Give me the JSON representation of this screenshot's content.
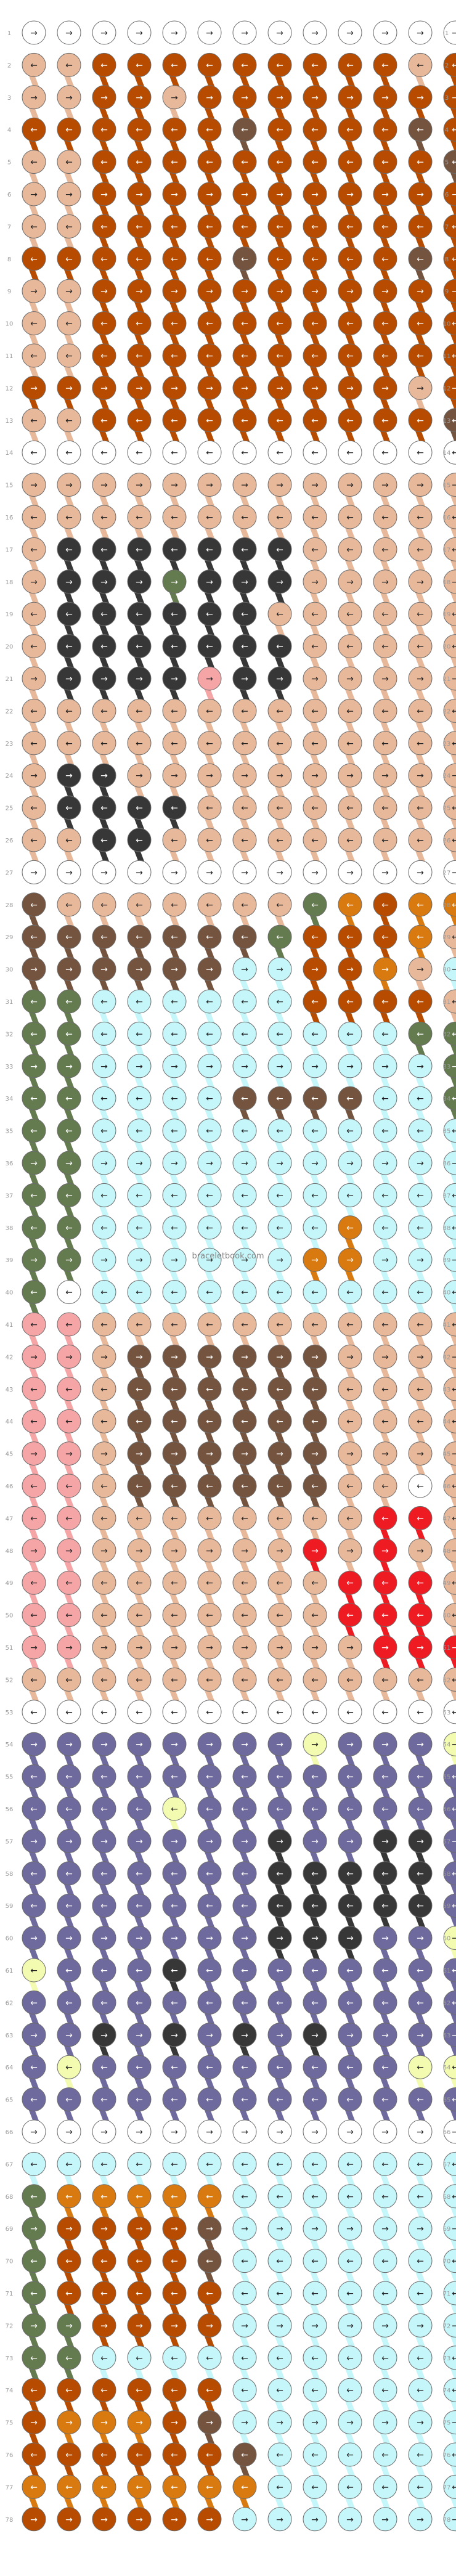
{
  "watermark": "braceletbook.com",
  "colors": {
    "W": "#ffffff",
    "P": "#e8b89a",
    "O": "#b74b00",
    "B": "#75543f",
    "K": "#373737",
    "G": "#647a4f",
    "L": "#c5f6f9",
    "R": "#f6a5a7",
    "Y": "#f3fbb1",
    "D": "#d97a10",
    "V": "#6f6a9d",
    "E": "#ef1b23"
  },
  "icons": {
    "right": "→",
    "left": "←",
    "right-then-left": "↘",
    "left-then-right": "↙"
  },
  "row_numbers": [
    "1",
    "2",
    "3",
    "4",
    "5",
    "6",
    "7",
    "8",
    "9",
    "10",
    "11",
    "12",
    "13",
    "14",
    "15",
    "16",
    "17",
    "18",
    "19",
    "20",
    "21",
    "22",
    "23",
    "24",
    "25",
    "26",
    "27",
    "28",
    "29",
    "30",
    "31",
    "32",
    "33",
    "34",
    "35",
    "36",
    "37",
    "38",
    "39",
    "40",
    "41",
    "42",
    "43",
    "44",
    "45",
    "46",
    "47",
    "48",
    "49",
    "50",
    "51",
    "52",
    "53",
    "54",
    "55",
    "56",
    "57",
    "58",
    "59",
    "60",
    "61",
    "62",
    "63",
    "64",
    "65",
    "66",
    "67",
    "68",
    "69",
    "70",
    "71",
    "72",
    "73",
    "74",
    "75",
    "76",
    "77",
    "78"
  ],
  "rows": [
    "WWWWWWWWWWWWW",
    "PPOOOOOOOOOPO",
    "PPOOPOOOOOOOO",
    "OOOOOOBOOOOBO",
    "PPOOOOOOOOOOB",
    "PPOOOOOOOOOOO",
    "PPOOOOOOOOOOO",
    "OOOOOOBOOOOBO",
    "PPOOOOOOOOOOO",
    "PPOOOOOOOOOOO",
    "PPOOOOOOOOOOO",
    "OOOOOOOOOOOPO",
    "PPOOOOOOOOOOB",
    "WWWWWWWWWWWWW",
    "PPPPPPPPPPPPP",
    "PPPPPPPPPPPPP",
    "PKKKKKKKPPPPP",
    "PKKKGKKKPPPPP",
    "PKKKKKKPPPPPP",
    "PKKKKKKKPPPPP",
    "PKKKKRKKPPPPP",
    "PPPPPPPPPPPPP",
    "PPPPPPPPPPPPP",
    "PKKPPPPPPPPPP",
    "PKKKKPPPPPPPP",
    "PPKKPPPPPPPPP",
    "WWWWWWWWWWWWW",
    "BPPPPPPPGDODD",
    "BBBBBBBGOOODP",
    "BBBBBBLLOODPL",
    "GGLLLLLLOOOOP",
    "GGLLLLLLLLLGG",
    "GGLLLLLLLLLLG",
    "GGLLLLBBBBLLG",
    "GGLLLLLLLLLLL",
    "GGLLLLLLLLLLL",
    "GGLLLLLLLLLLL",
    "GGLLLLLLLDLLL",
    "GGLLLLLLDDLLL",
    "GWLLLLLLLLLLL",
    "RRPPPPPPPPPPP",
    "RRPBBBBBBPPPP",
    "RRPBBBBBBPPPP",
    "RRPBBBBBBPPPP",
    "RRPBBBBBBPPPP",
    "RRPBBBBBBPPWP",
    "RRPPPPPPPPEEP",
    "RRPPPPPPEPEPP",
    "RRPPPPPPPEEEP",
    "RRPPPPPPPEEEP",
    "RRPPPPPPPPEEE",
    "PPPPPPPPPPPPP",
    "WWWWWWWWWWWWW",
    "VVVVVVVVYVVVY",
    "VVVVVVVVVVVVV",
    "VVVVYVVVVVVVV",
    "VVVVVVVKVVKKV",
    "VVVVVVVKKKKKV",
    "VVVVVVVKKKKKV",
    "VVVVVVVKKKVVY",
    "YVVVKVVVVVVVV",
    "VVVVVVVVVVVVV",
    "VVKVKVKVKVVVV",
    "VYVVVVVVVVVYY",
    "VVVVVVVVVVVVV",
    "WWWWWWWWWWWWW",
    "LLLLLLLLLLLLL",
    "GDDDDDLLLLLLL",
    "GOOOOBLLLLLLL",
    "GOOOOBLLLLLLL",
    "GOOOOOLLLLLLL",
    "GGOOOOLLLLLLL",
    "GGLLLLLLLLLLL",
    "OOOOOOLLLLLLL",
    "ODDDOBLLLLLLL",
    "OOOOOOBLLLLLL",
    "DDDDDDDLLLLLL",
    "OOOOOOLLLLLLL"
  ],
  "row_directions": [
    "r",
    "l",
    "r",
    "l",
    "l",
    "r",
    "l",
    "l",
    "r",
    "l",
    "l",
    "r",
    "l",
    "l",
    "r",
    "l",
    "l",
    "r",
    "l",
    "l",
    "r",
    "l",
    "l",
    "r",
    "l",
    "l",
    "r",
    "l",
    "l",
    "r",
    "l",
    "l",
    "r",
    "l",
    "l",
    "r",
    "l",
    "l",
    "r",
    "l",
    "l",
    "r",
    "l",
    "l",
    "r",
    "l",
    "l",
    "r",
    "l",
    "l",
    "r",
    "l",
    "l",
    "r",
    "l",
    "l",
    "r",
    "l",
    "l",
    "r",
    "l",
    "l",
    "r",
    "l",
    "l",
    "r",
    "l",
    "l",
    "r",
    "l",
    "l",
    "r",
    "l",
    "l",
    "r",
    "l",
    "l",
    "r"
  ]
}
